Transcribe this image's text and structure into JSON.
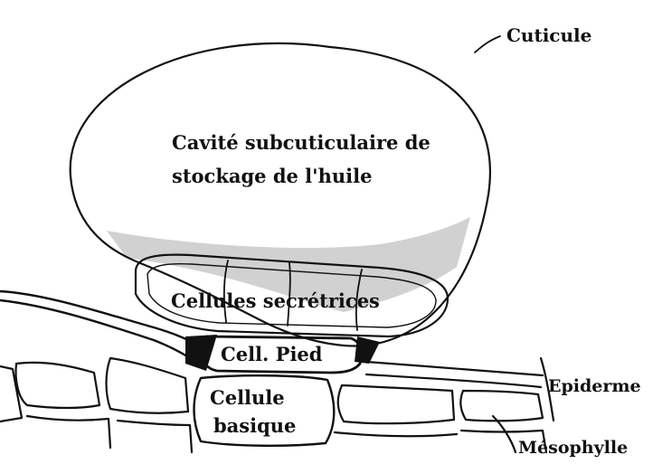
{
  "labels": {
    "cuticle": "Cuticule",
    "cavity_line1": "Cavité subcuticulaire de",
    "cavity_line2": "stockage de l'huile",
    "secretory_cells": "Cellules secrétrices",
    "foot_cell": "Cell. Pied",
    "basal_cell_line1": "Cellule",
    "basal_cell_line2": "basique",
    "epidermis": "Epiderme",
    "mesophyll": "Mésophylle"
  },
  "colors": {
    "ink": "#111111",
    "background": "#ffffff",
    "stipple": "#9a9a9a"
  }
}
